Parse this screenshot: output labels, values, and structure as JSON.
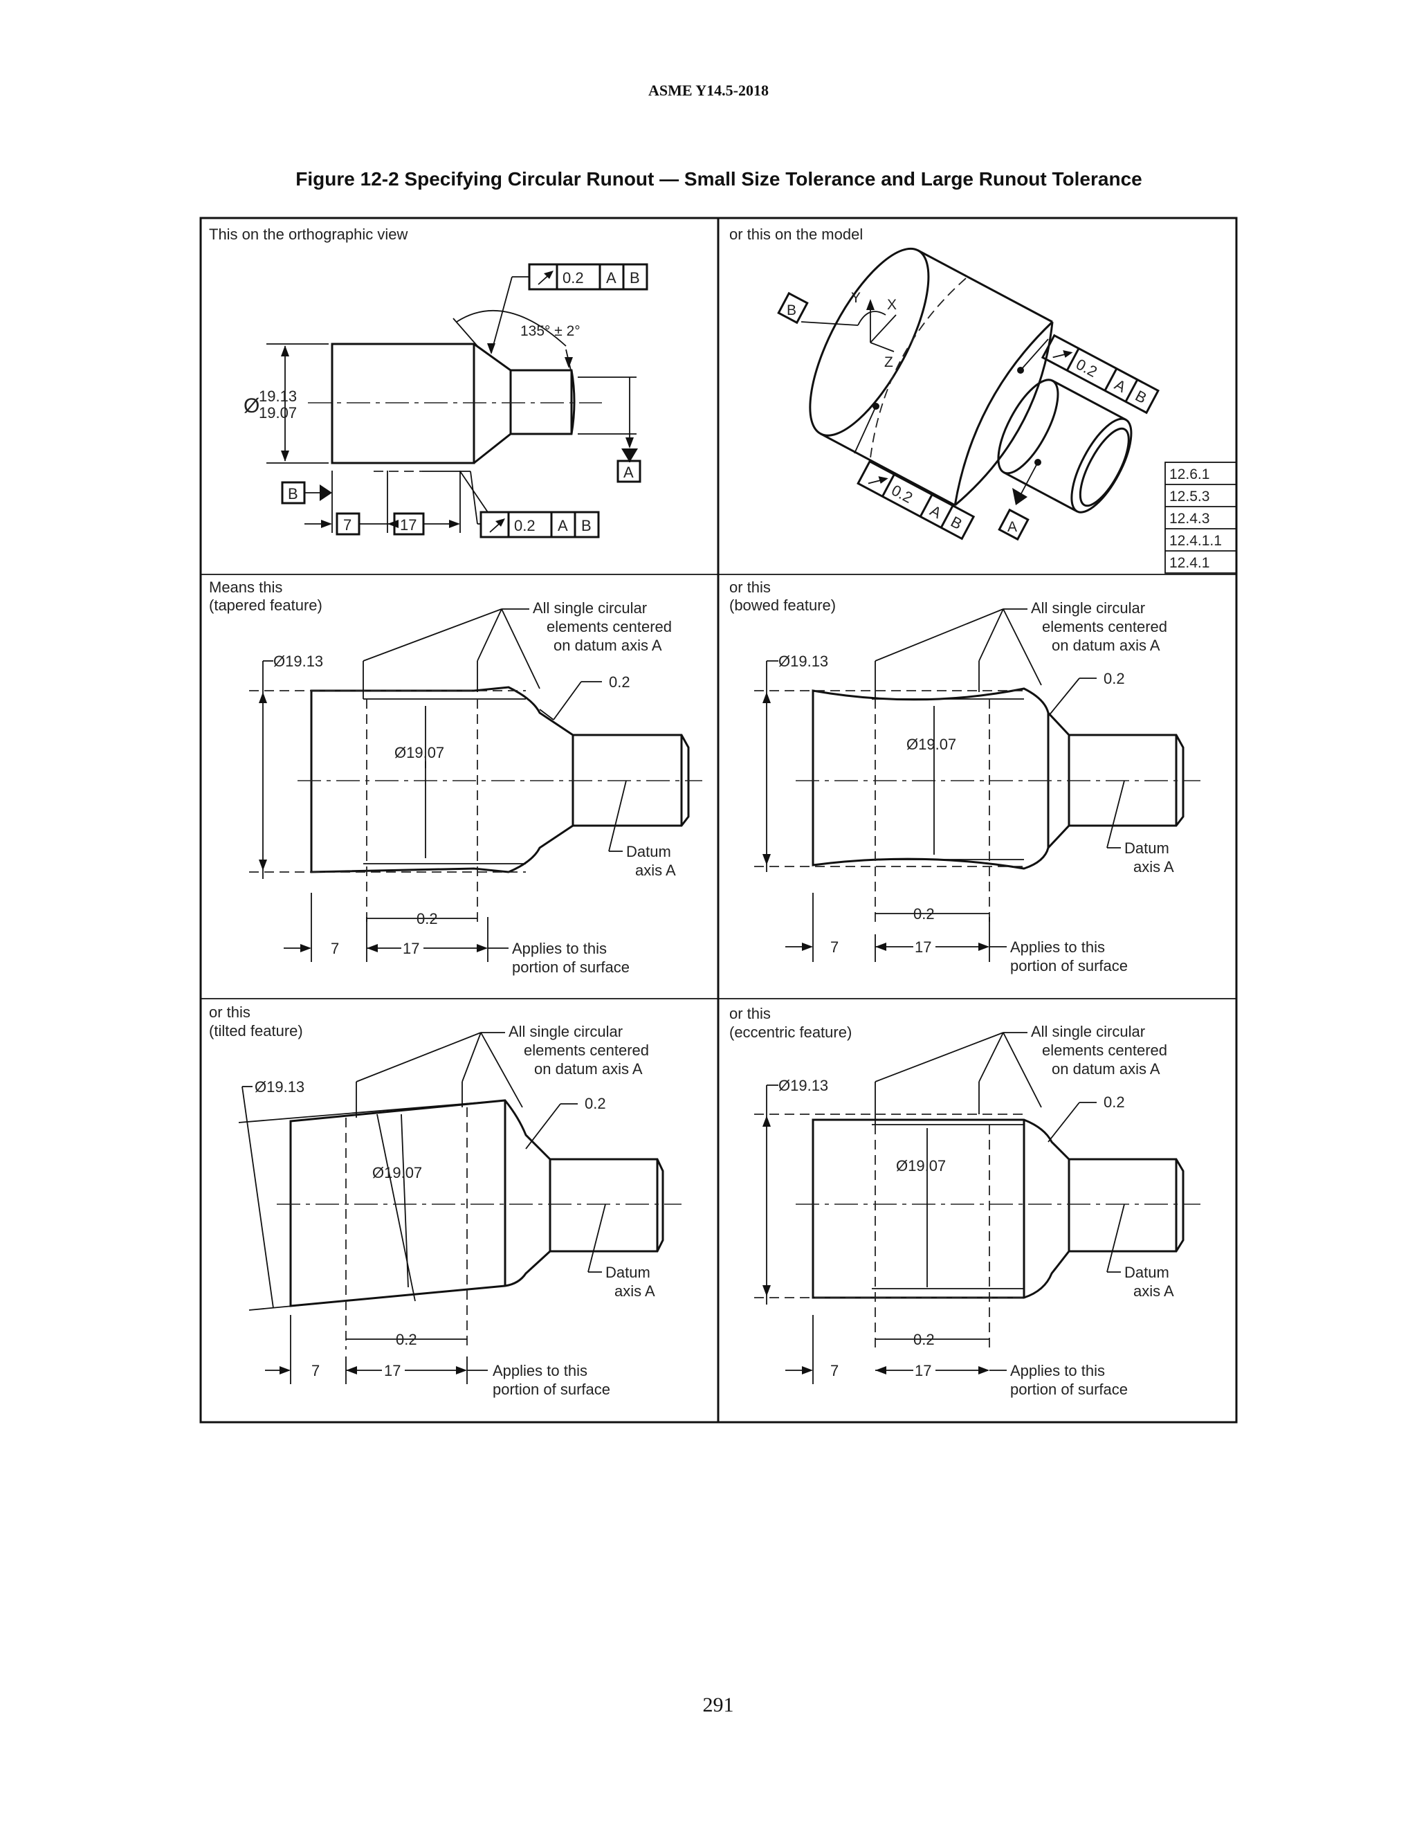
{
  "header": {
    "standard": "ASME Y14.5-2018"
  },
  "figure": {
    "title": "Figure 12-2 Specifying Circular Runout — Small Size Tolerance and Large Runout Tolerance",
    "panels": {
      "ortho": {
        "caption": "This on the orthographic view",
        "dia_symbol": "Ø",
        "dia_upper": "19.13",
        "dia_lower": "19.07",
        "angle": "135° ± 2°",
        "datum_a": "A",
        "datum_b": "B",
        "dim_7": "7",
        "dim_17": "17",
        "fcf_tol": "0.2",
        "fcf_datum1": "A",
        "fcf_datum2": "B"
      },
      "model": {
        "caption": "or this on the model",
        "axis_y": "Y",
        "axis_x": "X",
        "axis_z": "Z",
        "datum_a": "A",
        "datum_b": "B",
        "fcf_tol": "0.2",
        "fcf_datum1": "A",
        "fcf_datum2": "B",
        "refs": [
          "12.6.1",
          "12.5.3",
          "12.4.3",
          "12.4.1.1",
          "12.4.1"
        ]
      },
      "tapered": {
        "caption_line1": "Means this",
        "caption_line2": "(tapered feature)",
        "note": [
          "All single circular",
          "elements centered",
          "on datum axis A"
        ],
        "dia_large": "Ø19.13",
        "dia_small": "Ø19.07",
        "tol": "0.2",
        "datum_axis": [
          "Datum",
          "axis A"
        ],
        "dim_7": "7",
        "dim_17": "17",
        "applies": [
          "Applies to this",
          "portion of surface"
        ]
      },
      "bowed": {
        "caption_line1": "or this",
        "caption_line2": "(bowed feature)",
        "note": [
          "All single circular",
          "elements centered",
          "on datum axis A"
        ],
        "dia_large": "Ø19.13",
        "dia_small": "Ø19.07",
        "tol": "0.2",
        "datum_axis": [
          "Datum",
          "axis A"
        ],
        "dim_7": "7",
        "dim_17": "17",
        "applies": [
          "Applies to this",
          "portion of surface"
        ]
      },
      "tilted": {
        "caption_line1": "or this",
        "caption_line2": "(tilted feature)",
        "note": [
          "All single circular",
          "elements centered",
          "on datum axis A"
        ],
        "dia_large": "Ø19.13",
        "dia_small": "Ø19.07",
        "tol": "0.2",
        "datum_axis": [
          "Datum",
          "axis A"
        ],
        "dim_7": "7",
        "dim_17": "17",
        "applies": [
          "Applies to this",
          "portion of surface"
        ]
      },
      "eccentric": {
        "caption_line1": "or this",
        "caption_line2": "(eccentric feature)",
        "note": [
          "All single circular",
          "elements centered",
          "on datum axis A"
        ],
        "dia_large": "Ø19.13",
        "dia_small": "Ø19.07",
        "tol": "0.2",
        "datum_axis": [
          "Datum",
          "axis A"
        ],
        "dim_7": "7",
        "dim_17": "17",
        "applies": [
          "Applies to this",
          "portion of surface"
        ]
      }
    }
  },
  "footer": {
    "page_number": "291"
  }
}
